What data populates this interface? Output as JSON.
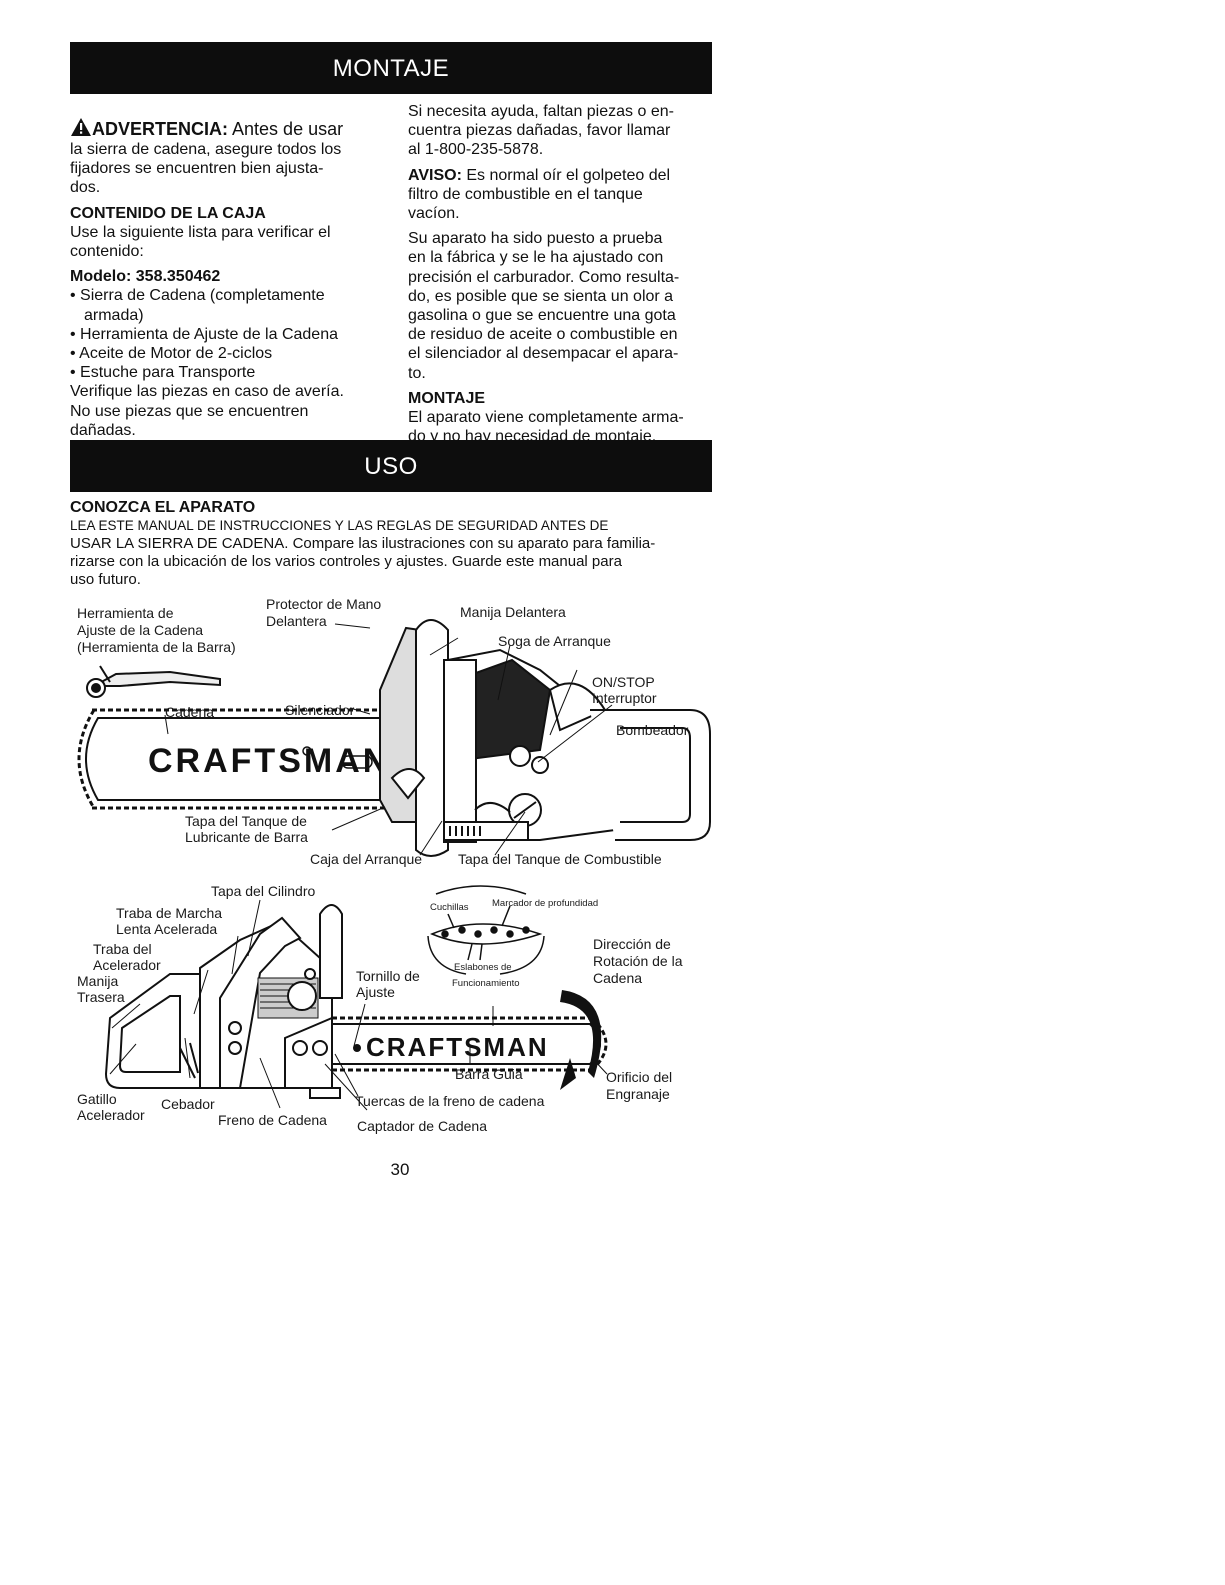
{
  "headers": {
    "montaje": "MONTAJE",
    "uso": "USO"
  },
  "left_col": {
    "warning_title": "ADVERTENCIA:",
    "warning_text_1": " Antes de usar",
    "warning_text_2": "la sierra de cadena, asegure todos los",
    "warning_text_3": "fijadores se encuentren bien ajusta-",
    "warning_text_4": "dos.",
    "contents_title": "CONTENIDO DE LA CAJA",
    "contents_text_1": "Use la siguiente lista para verificar el",
    "contents_text_2": "contenido:",
    "model": "Modelo: 358.350462",
    "item_1a": "Sierra de Cadena (completamente",
    "item_1b": "armada)",
    "item_2": "Herramienta de Ajuste de la Cadena",
    "item_3": "Aceite de Motor de 2-ciclos",
    "item_4": "Estuche para Transporte",
    "verify_1": "Verifique las piezas en caso de avería.",
    "verify_2": "No use piezas que se encuentren",
    "verify_3": "dañadas."
  },
  "right_col": {
    "help_1": "Si necesita ayuda, faltan piezas o en-",
    "help_2": "cuentra piezas dañadas, favor llamar",
    "help_3": "al 1-800-235-5878.",
    "notice_title": "AVISO:",
    "notice_1": " Es normal oír el golpeteo del",
    "notice_2": "filtro de combustible en el tanque",
    "notice_3": "vacíon.",
    "tested_1": "Su aparato ha sido puesto a prueba",
    "tested_2": "en la fábrica y se le ha ajustado con",
    "tested_3": "precisión el carburador. Como resulta-",
    "tested_4": "do, es posible que se sienta un olor a",
    "tested_5": "gasolina o gue se encuentre una gota",
    "tested_6": "de residuo de aceite o combustible en",
    "tested_7": "el silenciador al desempacar el apara-",
    "tested_8": "to.",
    "assembly_title": "MONTAJE",
    "assembly_1": "El aparato viene completamente arma-",
    "assembly_2": "do y no hay necesidad de montaje."
  },
  "uso": {
    "title": "CONOZCA EL APARATO",
    "line_1": "LEA ESTE MANUAL DE INSTRUCCIONES Y LAS REGLAS DE SEGURIDAD ANTES DE",
    "line_2": "USAR LA SIERRA DE CADENA. Compare las ilustraciones con su aparato para familia-",
    "line_3": "rizarse con la ubicación de los varios controles y ajustes. Guarde este manual para",
    "line_4": "uso futuro."
  },
  "diagram1": {
    "tool_1": "Herramienta de",
    "tool_2": "Ajuste de la Cadena",
    "tool_3": "(Herramienta de la Barra)",
    "guard_1": "Protector de Mano",
    "guard_2": "Delantera",
    "front_handle": "Manija Delantera",
    "starter_rope": "Soga de Arranque",
    "onstop_1": "ON/STOP",
    "onstop_2": "Interruptor",
    "primer": "Bombeador",
    "chain": "Cadena",
    "muffler": "Silenciador",
    "oil_cap_1": "Tapa del Tanque de",
    "oil_cap_2": "Lubricante de Barra",
    "starter_box": "Caja del Arranque",
    "fuel_cap": "Tapa del Tanque de Combustible",
    "brand": "CRAFTSMAN"
  },
  "diagram2": {
    "cyl_cover": "Tapa del Cilindro",
    "idle_lock_1": "Traba de Marcha",
    "idle_lock_2": "Lenta Acelerada",
    "throttle_lock_1": "Traba del",
    "throttle_lock_2": "Acelerador",
    "rear_handle_1": "Manija",
    "rear_handle_2": "Trasera",
    "trigger_1": "Gatillo",
    "trigger_2": "Acelerador",
    "choke": "Cebador",
    "chain_brake": "Freno de Cadena",
    "adj_screw_1": "Tornillo de",
    "adj_screw_2": "Ajuste",
    "cutters": "Cuchillas",
    "depth_gauge": "Marcador de profundidad",
    "drive_links_1": "Eslabones de",
    "drive_links_2": "Funcionamiento",
    "rotation_1": "Dirección de",
    "rotation_2": "Rotación de la",
    "rotation_3": "Cadena",
    "guide_bar": "Barra Guia",
    "sprocket_hole_1": "Orificio del",
    "sprocket_hole_2": "Engranaje",
    "brake_nuts": "Tuercas de la freno de cadena",
    "chain_catcher": "Captador de Cadena",
    "brand": "CRAFTSMAN"
  },
  "page_number": "30"
}
